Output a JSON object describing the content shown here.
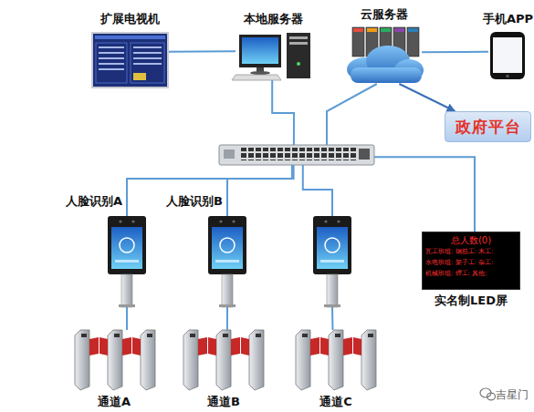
{
  "diagram": {
    "nodes": [
      {
        "text": [
          "扩展电视机"
        ]
      },
      {
        "text": [
          "本地服务器"
        ]
      },
      {
        "text": [
          "云服务器"
        ]
      },
      {
        "text": [
          "手机APP"
        ]
      },
      {
        "text": [
          "政府平台"
        ]
      },
      {
        "text": []
      },
      {
        "text": [
          "人脸识别A"
        ]
      },
      {
        "text": [
          "人脸识别B"
        ]
      },
      {
        "text": []
      },
      {
        "text": [
          "总人数(0)",
          "瓦工班组: 钢筋工: 木工:",
          "水电班组: 架子工: 杂工:",
          "机械班组: 焊工: 其他:",
          "实名制LED屏"
        ]
      },
      {
        "text": [
          "通道A"
        ]
      },
      {
        "text": [
          "通道B"
        ]
      },
      {
        "text": [
          "通道C"
        ]
      }
    ],
    "edges": [
      {
        "from": 0,
        "to": 1,
        "arrow": "none"
      },
      {
        "from": 1,
        "to": 5,
        "arrow": "none"
      },
      {
        "from": 2,
        "to": 5,
        "arrow": "none"
      },
      {
        "from": 2,
        "to": 3,
        "arrow": "none"
      },
      {
        "from": 2,
        "to": 4,
        "arrow": "to"
      },
      {
        "from": 5,
        "to": 9,
        "arrow": "none"
      },
      {
        "from": 5,
        "to": 6,
        "arrow": "none"
      },
      {
        "from": 5,
        "to": 7,
        "arrow": "none"
      },
      {
        "from": 5,
        "to": 8,
        "arrow": "none"
      },
      {
        "from": 6,
        "to": 10,
        "arrow": "none"
      },
      {
        "from": 7,
        "to": 11,
        "arrow": "none"
      },
      {
        "from": 8,
        "to": 12,
        "arrow": "none"
      }
    ],
    "labels": [
      "吉星门"
    ]
  }
}
